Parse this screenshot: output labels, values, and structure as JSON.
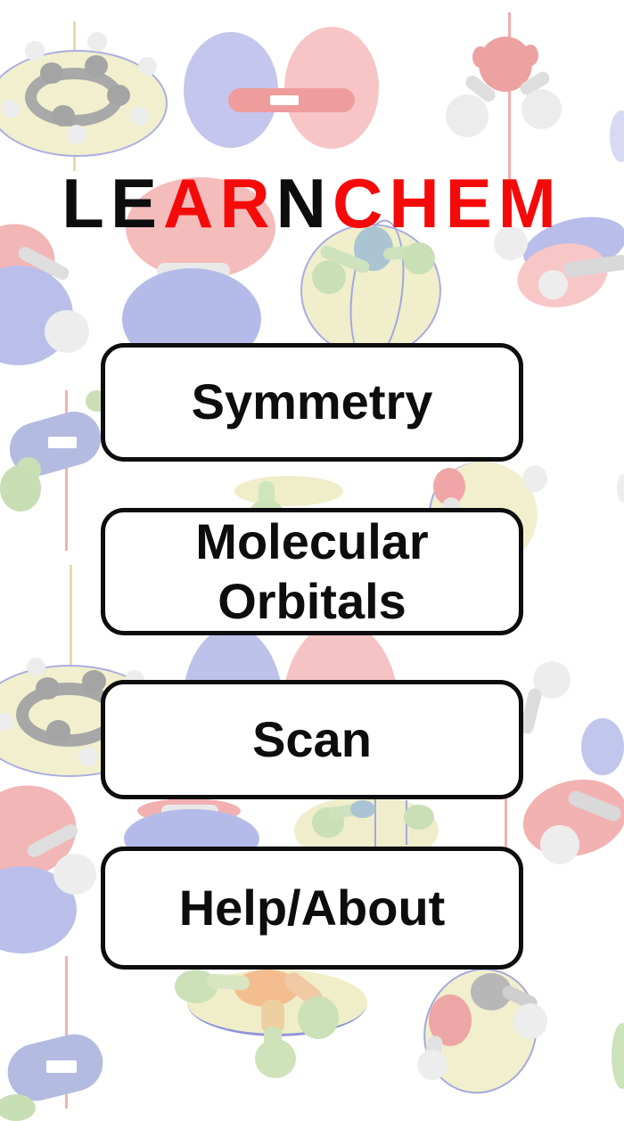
{
  "app": {
    "name": "LearnChem",
    "title": {
      "text": "LEARNCHEM",
      "letters": [
        {
          "char": "L",
          "color": "#0d0d0d"
        },
        {
          "char": "E",
          "color": "#0d0d0d"
        },
        {
          "char": "A",
          "color": "#f50a0a"
        },
        {
          "char": "R",
          "color": "#f50a0a"
        },
        {
          "char": "N",
          "color": "#0d0d0d"
        },
        {
          "char": "C",
          "color": "#f50a0a"
        },
        {
          "char": "H",
          "color": "#f50a0a"
        },
        {
          "char": "E",
          "color": "#f50a0a"
        },
        {
          "char": "M",
          "color": "#f50a0a"
        }
      ]
    }
  },
  "menu": {
    "buttons": [
      {
        "id": "symmetry",
        "label": "Symmetry"
      },
      {
        "id": "molecular-orbitals",
        "label": "Molecular Orbitals"
      },
      {
        "id": "scan",
        "label": "Scan"
      },
      {
        "id": "help-about",
        "label": "Help/About"
      }
    ]
  },
  "colors": {
    "title_red": "#f50a0a",
    "title_black": "#0d0d0d",
    "button_border": "#0d0d0d",
    "button_background": "#ffffff",
    "button_text": "#0d0d0d",
    "page_background": "#ffffff"
  }
}
